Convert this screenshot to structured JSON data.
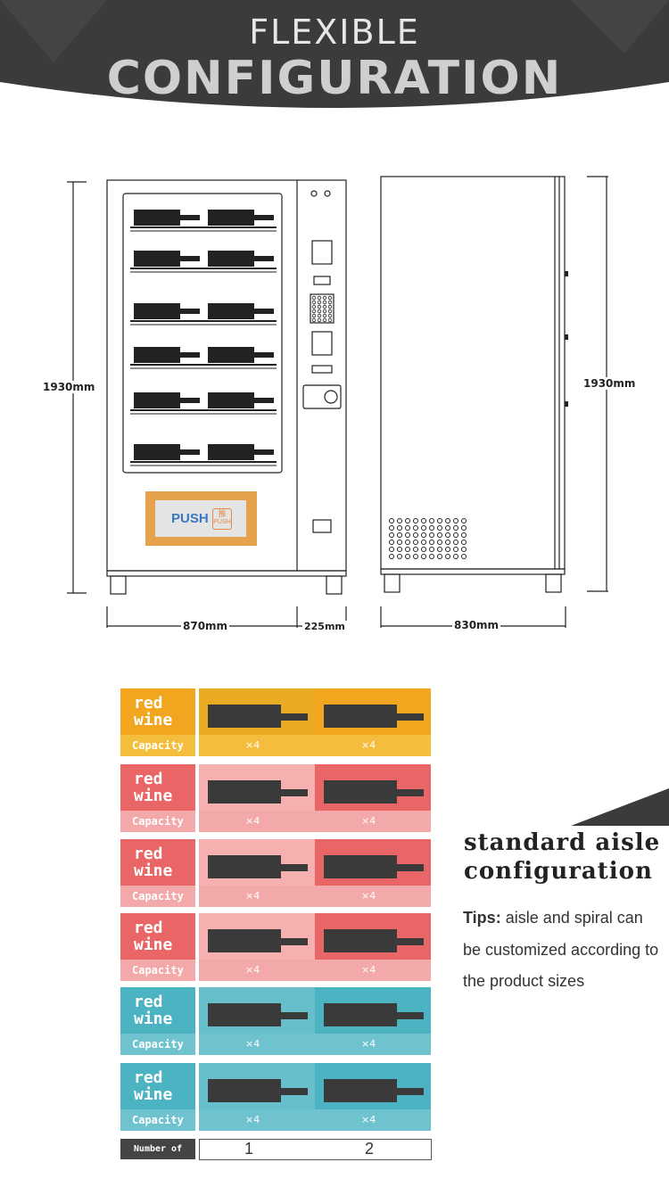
{
  "header": {
    "line1": "FLEXIBLE",
    "line2": "CONFIGURATION"
  },
  "dimensions": {
    "height_left": "1930mm",
    "height_right": "1930mm",
    "width_front": "870mm",
    "width_panel": "225mm",
    "depth_side": "830mm"
  },
  "machine": {
    "push_label": "PUSH",
    "push_badge_top": "推",
    "push_badge_bottom": "PUSH"
  },
  "configuration": {
    "rows": [
      {
        "title_line1": "red",
        "title_line2": "wine",
        "capacity_label": "Capacity",
        "counts": [
          "×4",
          "×4"
        ],
        "color": "#f2a51f"
      },
      {
        "title_line1": "red",
        "title_line2": "wine",
        "capacity_label": "Capacity",
        "counts": [
          "×4",
          "×4"
        ],
        "color": "#ea6565"
      },
      {
        "title_line1": "red",
        "title_line2": "wine",
        "capacity_label": "Capacity",
        "counts": [
          "×4",
          "×4"
        ],
        "color": "#ea6565"
      },
      {
        "title_line1": "red",
        "title_line2": "wine",
        "capacity_label": "Capacity",
        "counts": [
          "×4",
          "×4"
        ],
        "color": "#ea6565"
      },
      {
        "title_line1": "red",
        "title_line2": "wine",
        "capacity_label": "Capacity",
        "counts": [
          "×4",
          "×4"
        ],
        "color": "#4bb3c2"
      },
      {
        "title_line1": "red",
        "title_line2": "wine",
        "capacity_label": "Capacity",
        "counts": [
          "×4",
          "×4"
        ],
        "color": "#4bb3c2"
      }
    ],
    "tray_label": "Number of tray",
    "tray_numbers": [
      "1",
      "2"
    ]
  },
  "side": {
    "title_line1": "standard aisle",
    "title_line2": "configuration",
    "tips_label": "Tips",
    "tips_text": "aisle and spiral can be customized according to the product sizes"
  }
}
